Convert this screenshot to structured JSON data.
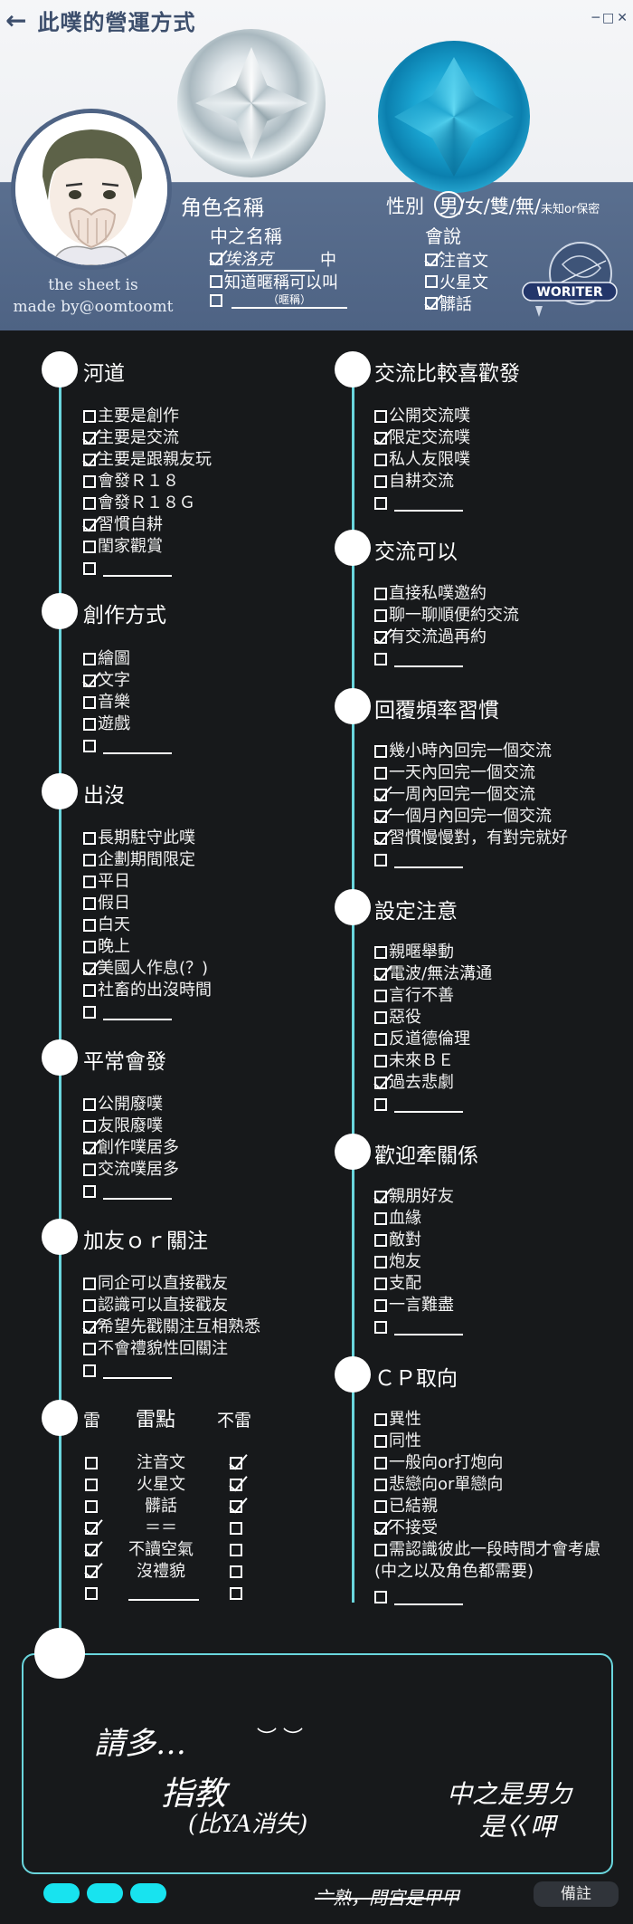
{
  "header": {
    "back_icon": "arrow-left-icon",
    "title": "此噗的營運方式",
    "window_controls": [
      "─",
      "□",
      "✕"
    ],
    "credit_line1": "the sheet is",
    "credit_line2": "made by@oomtoomt",
    "role_label": "角色名稱",
    "gender": {
      "label": "性別",
      "options": [
        "男",
        "女",
        "雙",
        "無"
      ],
      "unknown": "未知or保密",
      "selected": "男"
    },
    "player_name_label": "中之名稱",
    "player_name_value": "埃洛克",
    "player_name_suffix": "中",
    "nickname_known": "知道暱稱可以叫",
    "nickname_hint": "（暱稱）",
    "language_label": "會說",
    "languages": [
      {
        "label": "注音文",
        "checked": true
      },
      {
        "label": "火星文",
        "checked": false
      },
      {
        "label": "髒話",
        "checked": true
      }
    ],
    "logo_text": "WORITER"
  },
  "sections": {
    "river": {
      "title": "河道",
      "options": [
        {
          "label": "主要是創作",
          "checked": false
        },
        {
          "label": "主要是交流",
          "checked": true
        },
        {
          "label": "主要是跟親友玩",
          "checked": true
        },
        {
          "label": "會發Ｒ１８",
          "checked": false
        },
        {
          "label": "會發Ｒ１８Ｇ",
          "checked": false
        },
        {
          "label": "習慣自耕",
          "checked": true
        },
        {
          "label": "閨家觀賞",
          "checked": false
        },
        {
          "label": "",
          "checked": false
        }
      ]
    },
    "creation": {
      "title": "創作方式",
      "options": [
        {
          "label": "繪圖",
          "checked": false
        },
        {
          "label": "文字",
          "checked": true
        },
        {
          "label": "音樂",
          "checked": false
        },
        {
          "label": "遊戲",
          "checked": false
        },
        {
          "label": "",
          "checked": false
        }
      ]
    },
    "appear": {
      "title": "出沒",
      "options": [
        {
          "label": "長期駐守此噗",
          "checked": false
        },
        {
          "label": "企劃期間限定",
          "checked": false
        },
        {
          "label": "平日",
          "checked": false
        },
        {
          "label": "假日",
          "checked": false
        },
        {
          "label": "白天",
          "checked": false
        },
        {
          "label": "晚上",
          "checked": false
        },
        {
          "label": "美國人作息(？)",
          "checked": true
        },
        {
          "label": "社畜的出沒時間",
          "checked": false
        },
        {
          "label": "",
          "checked": false
        }
      ]
    },
    "post": {
      "title": "平常會發",
      "options": [
        {
          "label": "公開廢噗",
          "checked": false
        },
        {
          "label": "友限廢噗",
          "checked": false
        },
        {
          "label": "創作噗居多",
          "checked": true
        },
        {
          "label": "交流噗居多",
          "checked": false
        },
        {
          "label": "",
          "checked": false
        }
      ]
    },
    "follow": {
      "title": "加友ｏｒ關注",
      "options": [
        {
          "label": "同企可以直接戳友",
          "checked": false
        },
        {
          "label": "認識可以直接戳友",
          "checked": false
        },
        {
          "label": "希望先戳關注互相熟悉",
          "checked": true
        },
        {
          "label": "不會禮貌性回關注",
          "checked": false
        },
        {
          "label": "",
          "checked": false
        }
      ]
    },
    "thunder": {
      "left_head": "雷",
      "mid_head": "雷點",
      "right_head": "不雷",
      "rows": [
        {
          "label": "注音文",
          "thunder": false,
          "ok": true
        },
        {
          "label": "火星文",
          "thunder": false,
          "ok": true
        },
        {
          "label": "髒話",
          "thunder": false,
          "ok": true
        },
        {
          "label": "＝＝",
          "thunder": true,
          "ok": false
        },
        {
          "label": "不讀空氣",
          "thunder": true,
          "ok": false
        },
        {
          "label": "沒禮貌",
          "thunder": true,
          "ok": false
        },
        {
          "label": "",
          "thunder": false,
          "ok": false
        }
      ]
    },
    "exchange_pref": {
      "title": "交流比較喜歡發",
      "options": [
        {
          "label": "公開交流噗",
          "checked": false
        },
        {
          "label": "限定交流噗",
          "checked": true
        },
        {
          "label": "私人友限噗",
          "checked": false
        },
        {
          "label": "自耕交流",
          "checked": false
        },
        {
          "label": "",
          "checked": false
        }
      ]
    },
    "exchange_ok": {
      "title": "交流可以",
      "options": [
        {
          "label": "直接私噗邀約",
          "checked": false
        },
        {
          "label": "聊一聊順便約交流",
          "checked": false
        },
        {
          "label": "有交流過再約",
          "checked": true
        },
        {
          "label": "",
          "checked": false
        }
      ]
    },
    "reply": {
      "title": "回覆頻率習慣",
      "options": [
        {
          "label": "幾小時內回完一個交流",
          "checked": false
        },
        {
          "label": "一天內回完一個交流",
          "checked": false
        },
        {
          "label": "一周內回完一個交流",
          "checked": true
        },
        {
          "label": "一個月內回完一個交流",
          "checked": true
        },
        {
          "label": "習慣慢慢對，有對完就好",
          "checked": true
        },
        {
          "label": "",
          "checked": false
        }
      ]
    },
    "setting": {
      "title": "設定注意",
      "options": [
        {
          "label": "親暱舉動",
          "checked": false
        },
        {
          "label": "電波/無法溝通",
          "checked": true
        },
        {
          "label": "言行不善",
          "checked": false
        },
        {
          "label": "惡役",
          "checked": false
        },
        {
          "label": "反道德倫理",
          "checked": false
        },
        {
          "label": "未來ＢＥ",
          "checked": false
        },
        {
          "label": "過去悲劇",
          "checked": true
        },
        {
          "label": "",
          "checked": false
        }
      ]
    },
    "relation": {
      "title": "歡迎牽關係",
      "options": [
        {
          "label": "親朋好友",
          "checked": true
        },
        {
          "label": "血緣",
          "checked": false
        },
        {
          "label": "敵對",
          "checked": false
        },
        {
          "label": "炮友",
          "checked": false
        },
        {
          "label": "支配",
          "checked": false
        },
        {
          "label": "一言難盡",
          "checked": false
        },
        {
          "label": "",
          "checked": false
        }
      ]
    },
    "cp": {
      "title": "ＣＰ取向",
      "options": [
        {
          "label": "異性",
          "checked": false
        },
        {
          "label": "同性",
          "checked": false
        },
        {
          "label": "一般向or打炮向",
          "checked": false
        },
        {
          "label": "悲戀向or單戀向",
          "checked": false
        },
        {
          "label": "已結親",
          "checked": false
        },
        {
          "label": "不接受",
          "checked": true
        },
        {
          "label": "需認識彼此一段時間才會考慮",
          "checked": false
        }
      ],
      "note": "(中之以及角色都需要)",
      "blank": {
        "label": "",
        "checked": false
      }
    }
  },
  "notes": {
    "line1": "請多…",
    "face": "︶ ︶",
    "line2": "指教",
    "line3": "(比YA消失)",
    "right1": "中之是男ㄉ",
    "right2": "是ㄍ呷",
    "strike": "亠熟，問宮是甲甲",
    "remark_button": "備註"
  },
  "colors": {
    "accent": "#6ad6dd",
    "pill": "#18e3ef",
    "header_blue": "#4e6384"
  }
}
